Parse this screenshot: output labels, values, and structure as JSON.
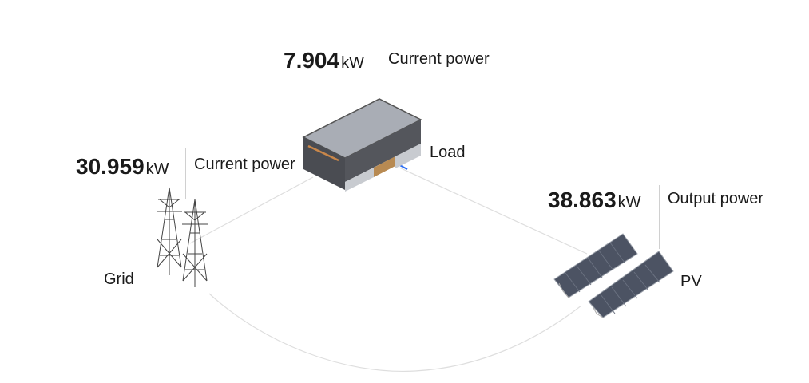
{
  "load": {
    "value": "7.904",
    "unit": "kW",
    "caption": "Current power",
    "name": "Load"
  },
  "grid": {
    "value": "30.959",
    "unit": "kW",
    "caption": "Current power",
    "name": "Grid"
  },
  "pv": {
    "value": "38.863",
    "unit": "kW",
    "caption": "Output power",
    "name": "PV"
  },
  "colors": {
    "flow_active": "#2a6df4",
    "line": "#dcdcdc"
  }
}
